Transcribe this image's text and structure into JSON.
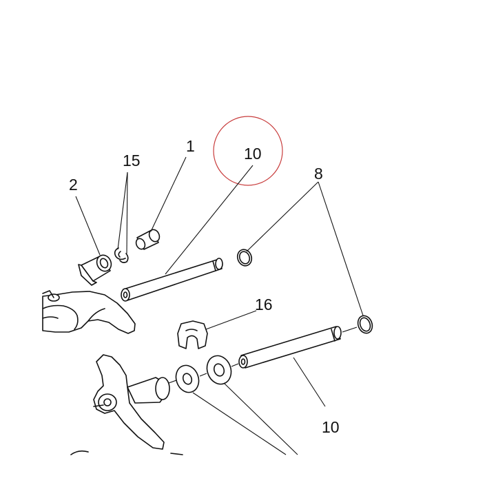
{
  "diagram": {
    "callouts": [
      {
        "id": "c1",
        "label": "1"
      },
      {
        "id": "c2",
        "label": "2"
      },
      {
        "id": "c15",
        "label": "15"
      },
      {
        "id": "c10a",
        "label": "10"
      },
      {
        "id": "c8",
        "label": "8"
      },
      {
        "id": "c16",
        "label": "16"
      },
      {
        "id": "c10b",
        "label": "10"
      }
    ],
    "colors": {
      "line": "#111111",
      "background": "#ffffff",
      "highlight_circle": "#c83c3c"
    }
  }
}
